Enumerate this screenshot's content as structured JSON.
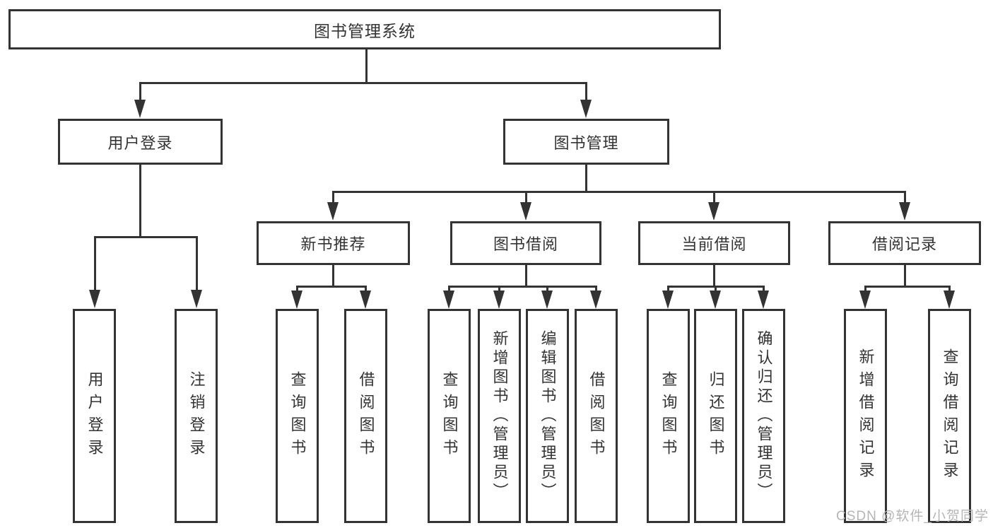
{
  "colors": {
    "line": "#333333",
    "text": "#333333",
    "watermark": "#b5b5b5",
    "background": "#ffffff"
  },
  "tree": {
    "label": "图书管理系统",
    "children": [
      {
        "label": "用户登录",
        "children": [
          {
            "label": "用户登录"
          },
          {
            "label": "注销登录"
          }
        ]
      },
      {
        "label": "图书管理",
        "children": [
          {
            "label": "新书推荐",
            "children": [
              {
                "label": "查询图书"
              },
              {
                "label": "借阅图书"
              }
            ]
          },
          {
            "label": "图书借阅",
            "children": [
              {
                "label": "查询图书"
              },
              {
                "label": "新增图书（管理员）"
              },
              {
                "label": "编辑图书（管理员）"
              },
              {
                "label": "借阅图书"
              }
            ]
          },
          {
            "label": "当前借阅",
            "children": [
              {
                "label": "查询图书"
              },
              {
                "label": "归还图书"
              },
              {
                "label": "确认归还（管理员）"
              }
            ]
          },
          {
            "label": "借阅记录",
            "children": [
              {
                "label": "新增借阅记录"
              },
              {
                "label": "查询借阅记录"
              }
            ]
          }
        ]
      }
    ]
  },
  "watermark": {
    "text": "CSDN @软件_小贺同学"
  }
}
